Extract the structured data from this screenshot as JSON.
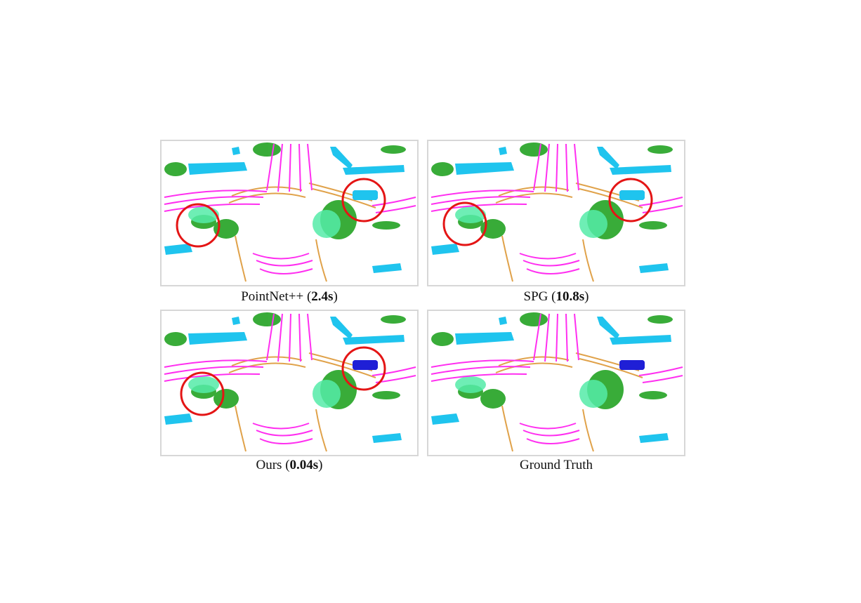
{
  "figure": {
    "panels": [
      {
        "id": "pointnet",
        "caption_method": "PointNet++",
        "caption_time": "2.4s",
        "highlight_circles": 2,
        "car_color_key": "sidewalk"
      },
      {
        "id": "spg",
        "caption_method": "SPG",
        "caption_time": "10.8s",
        "highlight_circles": 2,
        "car_color_key": "sidewalk"
      },
      {
        "id": "ours",
        "caption_method": "Ours",
        "caption_time": "0.04s",
        "highlight_circles": 2,
        "car_color_key": "car"
      },
      {
        "id": "gt",
        "caption_text": "Ground Truth",
        "highlight_circles": 0,
        "car_color_key": "car"
      }
    ],
    "colors": {
      "road": "#ff2ff0",
      "parking": "#e0a24a",
      "sidewalk": "#1fc4ee",
      "vegetation": "#23a323",
      "terrain": "#55eba8",
      "car": "#1f1fd6",
      "highlight": "#e41515",
      "border": "#d7d7d7"
    }
  }
}
